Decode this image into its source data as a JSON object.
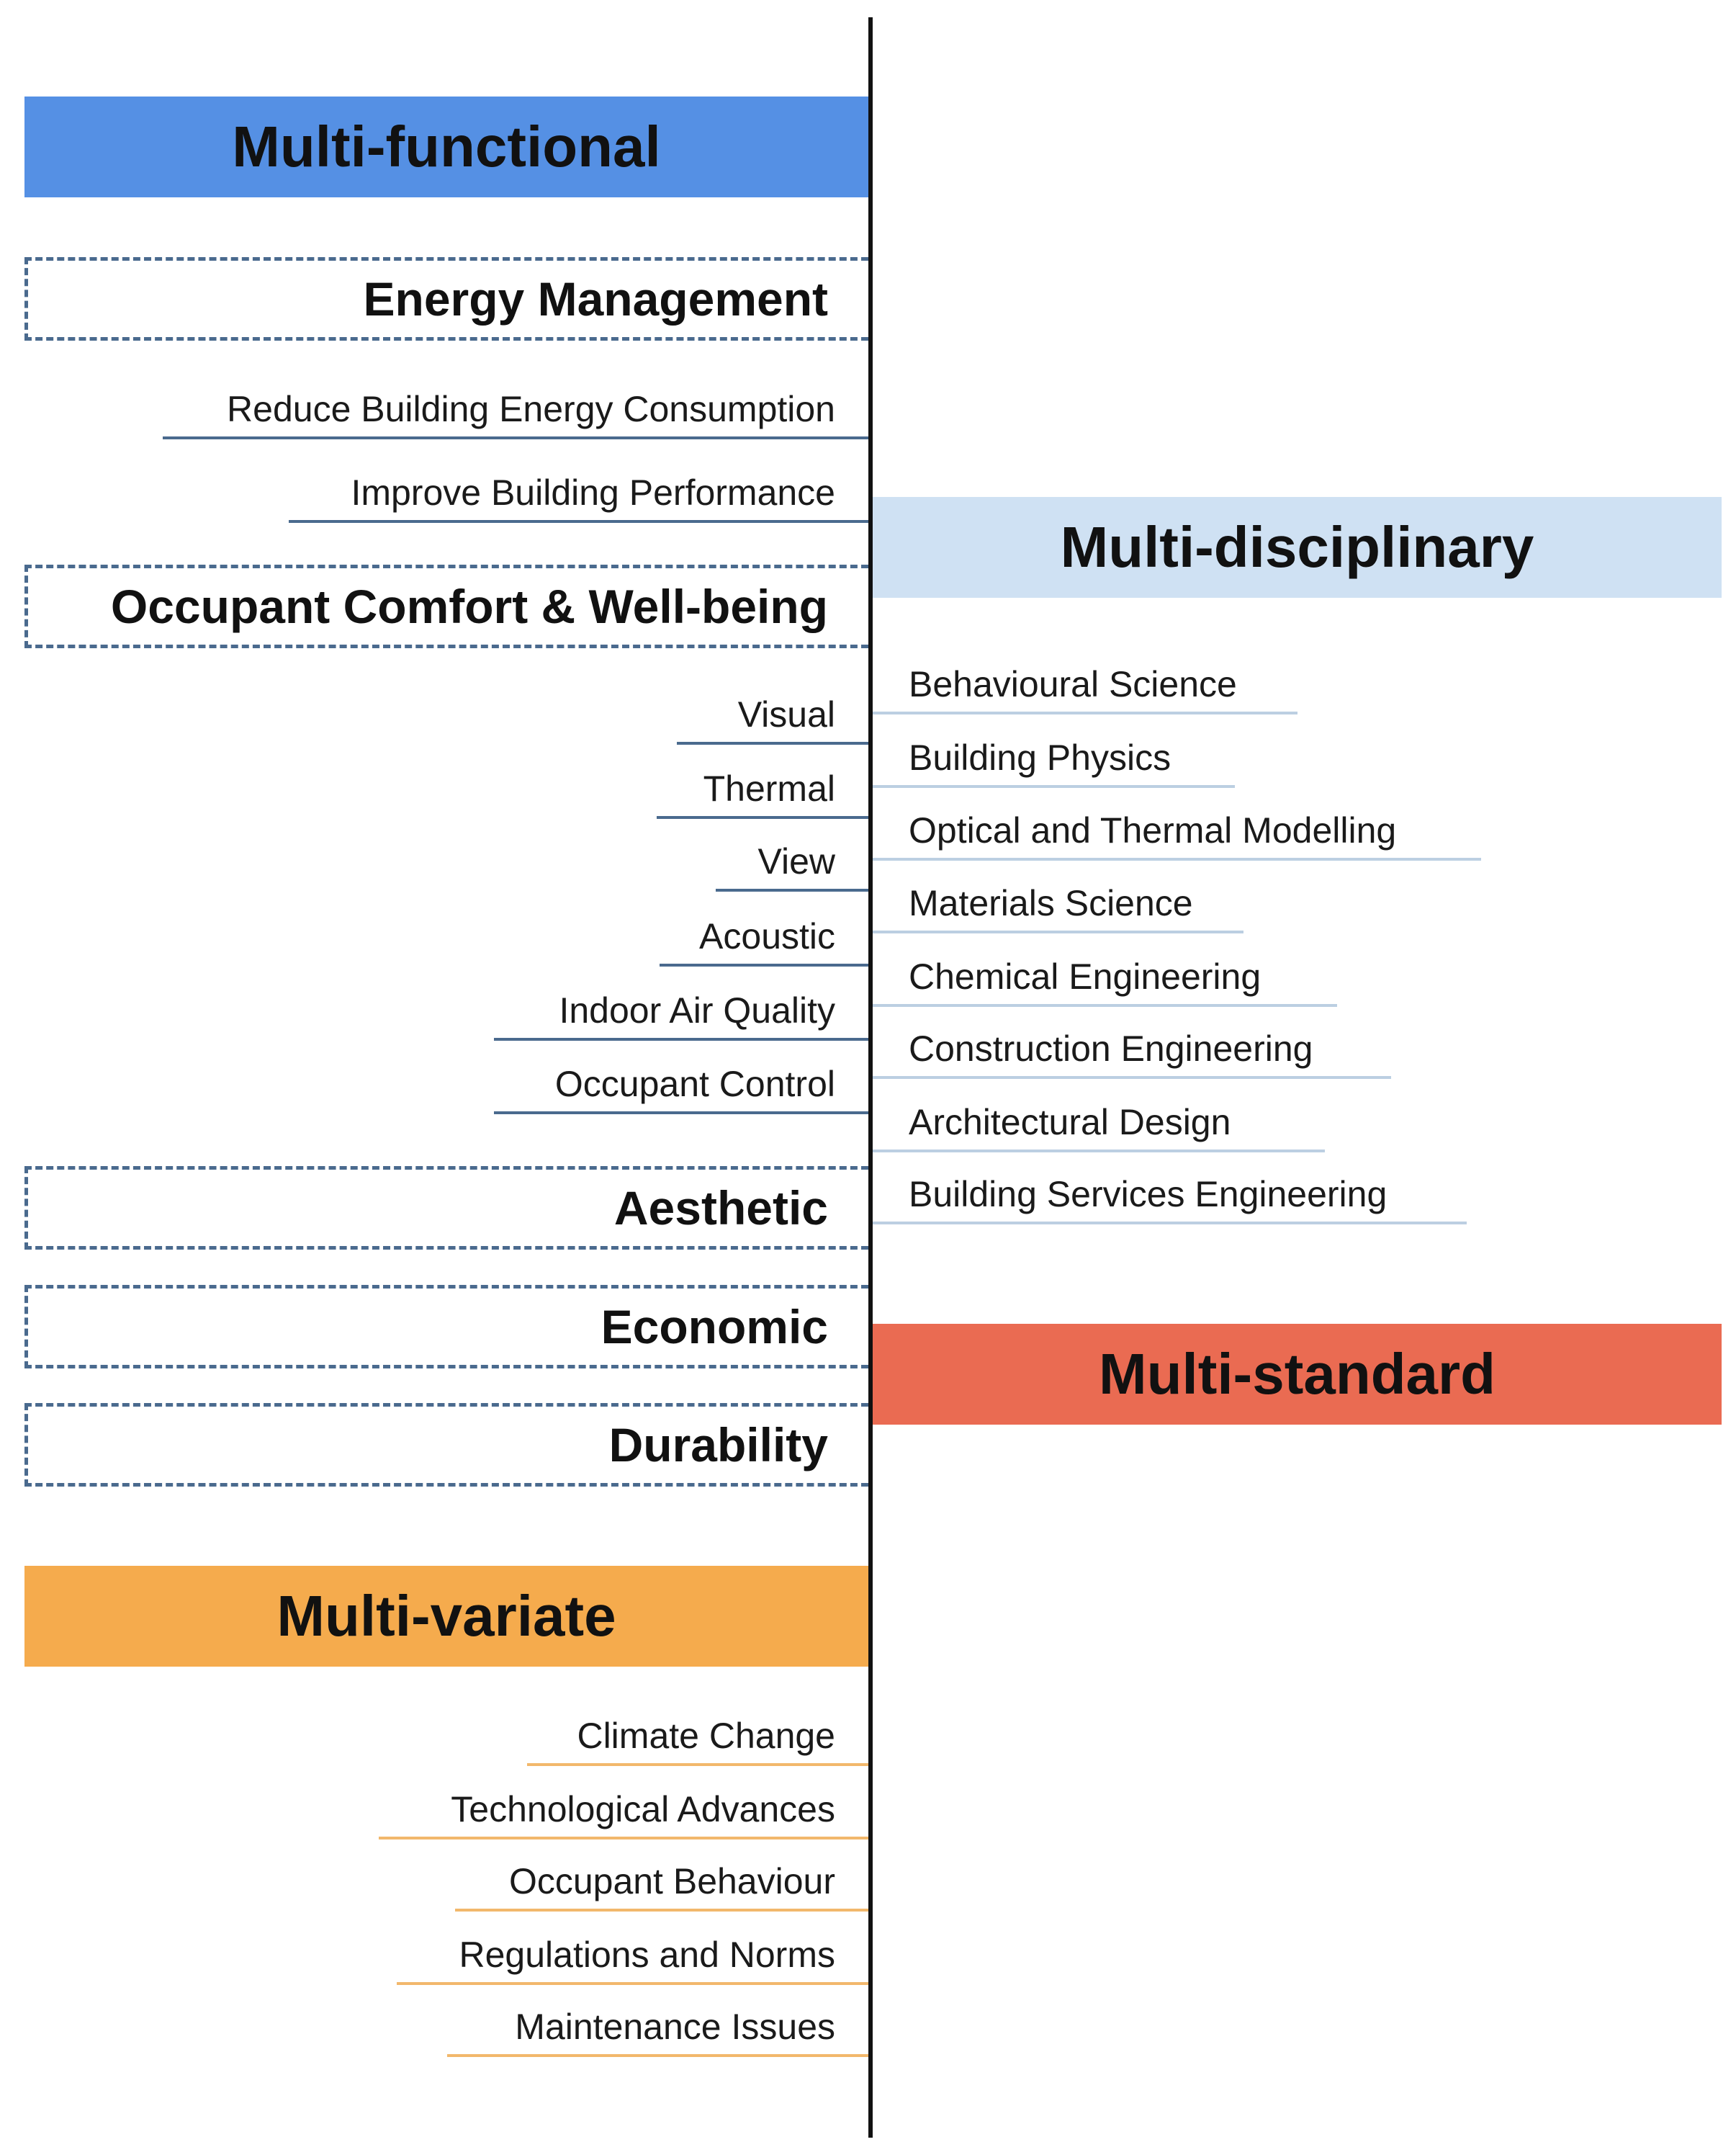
{
  "colors": {
    "functional": "#5590e4",
    "disciplinary": "#cfe1f3",
    "standard": "#ea6b52",
    "variate": "#f5ab4d",
    "functional_line": "#4a6a8e",
    "disciplinary_line": "#bccfe2",
    "variate_line": "#f2b86c"
  },
  "multi_functional": {
    "title": "Multi-functional",
    "energy_management": {
      "title": "Energy Management",
      "items": [
        "Reduce Building Energy Consumption",
        "Improve Building Performance"
      ]
    },
    "occupant_comfort": {
      "title": "Occupant Comfort & Well-being",
      "items": [
        "Visual",
        "Thermal",
        "View",
        "Acoustic",
        "Indoor Air Quality",
        "Occupant Control"
      ]
    },
    "aesthetic": {
      "title": "Aesthetic"
    },
    "economic": {
      "title": "Economic"
    },
    "durability": {
      "title": "Durability"
    }
  },
  "multi_disciplinary": {
    "title": "Multi-disciplinary",
    "items": [
      "Behavioural Science",
      "Building Physics",
      "Optical and Thermal Modelling",
      "Materials Science",
      "Chemical Engineering",
      "Construction Engineering",
      "Architectural Design",
      "Building Services Engineering"
    ]
  },
  "multi_standard": {
    "title": "Multi-standard"
  },
  "multi_variate": {
    "title": "Multi-variate",
    "items": [
      "Climate Change",
      "Technological Advances",
      "Occupant Behaviour",
      "Regulations and Norms",
      "Maintenance Issues"
    ]
  }
}
